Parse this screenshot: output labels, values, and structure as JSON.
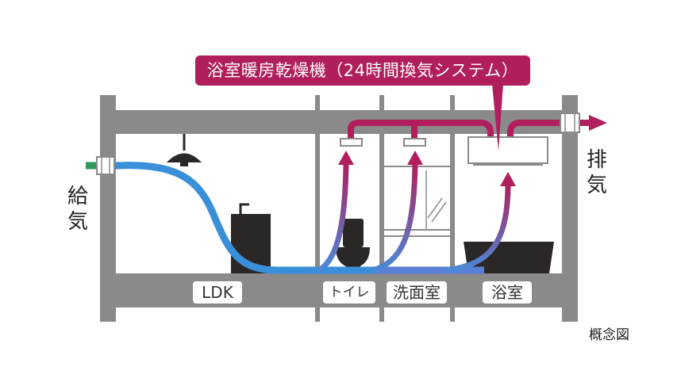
{
  "title": "浴室暖房乾燥機（24時間換気システム）",
  "rooms": {
    "ldk": "LDK",
    "toilet": "トイレ",
    "washroom": "洗面室",
    "bathroom": "浴室"
  },
  "supply_label": [
    "給",
    "気"
  ],
  "exhaust_label": [
    "排",
    "気"
  ],
  "note": "概念図",
  "colors": {
    "wall": "#8a8a8a",
    "supply_duct": "#3a8fd9",
    "supply_inlet": "#2e9a5c",
    "exhaust_duct": "#b01e5c",
    "fixture": "#2b2727",
    "callout": "#b01e5c"
  }
}
